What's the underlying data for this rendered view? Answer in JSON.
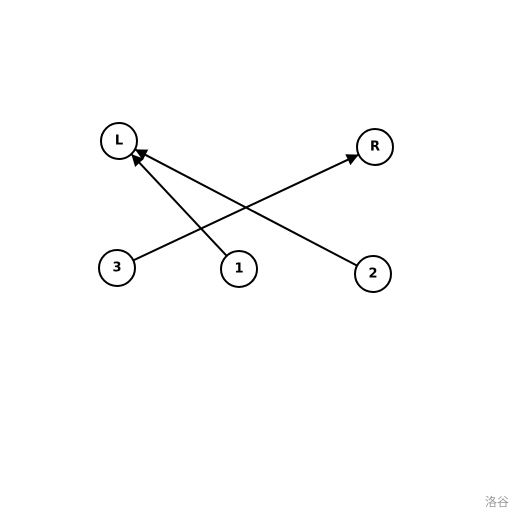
{
  "graph": {
    "nodes": [
      {
        "id": "L",
        "label": "L"
      },
      {
        "id": "R",
        "label": "R"
      },
      {
        "id": "3",
        "label": "3"
      },
      {
        "id": "1",
        "label": "1"
      },
      {
        "id": "2",
        "label": "2"
      }
    ],
    "edges": [
      {
        "from": "1",
        "to": "L"
      },
      {
        "from": "2",
        "to": "L"
      },
      {
        "from": "3",
        "to": "R"
      }
    ],
    "directed": true
  },
  "watermark": "洛谷"
}
